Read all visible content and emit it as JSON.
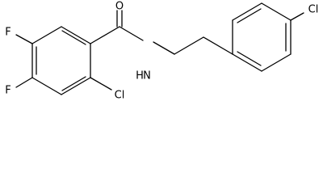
{
  "molecule": {
    "atoms": {
      "oxygen": "O",
      "nitrogen": "N",
      "hydrogen": "H",
      "chlorine_ortho": "Cl",
      "chlorine_para": "Cl",
      "fluorine_top": "F",
      "fluorine_bottom": "F"
    },
    "colors": {
      "ink": "#000000",
      "background": "#ffffff"
    }
  }
}
